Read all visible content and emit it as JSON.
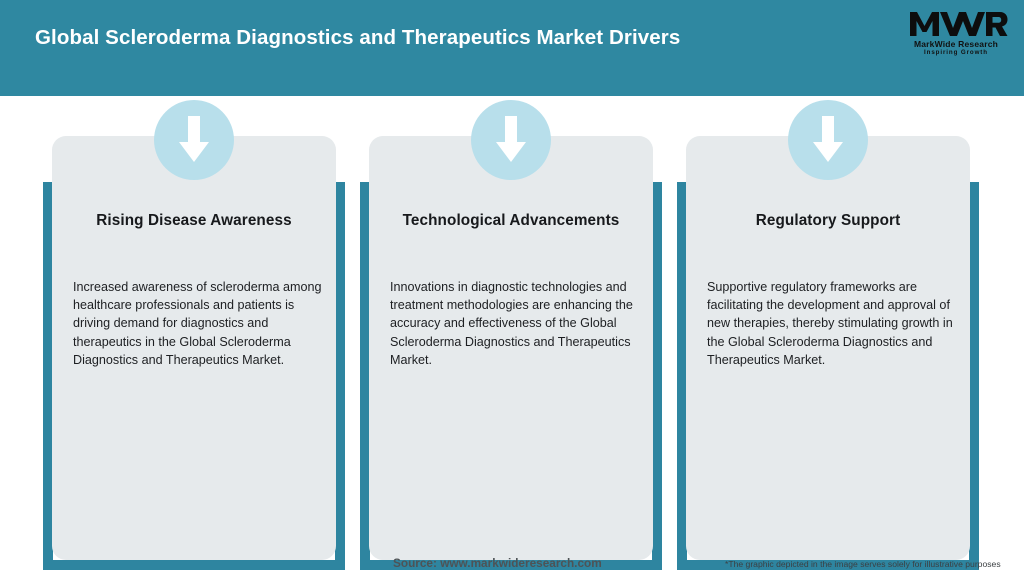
{
  "header": {
    "title": "Global Scleroderma Diagnostics and Therapeutics Market Drivers",
    "background_color": "#2f88a1",
    "title_color": "#ffffff"
  },
  "logo": {
    "mark": "MWR",
    "name": "MarkWide Research",
    "tagline": "Inspiring Growth"
  },
  "theme": {
    "accent_teal": "#2e85a0",
    "icon_circle": "#b8dfeb",
    "card_background": "#e6eaec",
    "page_background": "#ffffff"
  },
  "cards": [
    {
      "icon": "down-arrow-icon",
      "title": "Rising Disease Awareness",
      "body": "Increased awareness of scleroderma among healthcare professionals and patients is driving demand for diagnostics and therapeutics in the Global Scleroderma Diagnostics and Therapeutics Market."
    },
    {
      "icon": "down-arrow-icon",
      "title": "Technological Advancements",
      "body": "Innovations in diagnostic technologies and treatment methodologies are enhancing the accuracy and effectiveness of the Global Scleroderma Diagnostics and Therapeutics Market."
    },
    {
      "icon": "down-arrow-icon",
      "title": "Regulatory Support",
      "body": "Supportive regulatory frameworks are facilitating the development and approval of new therapies, thereby stimulating growth in the Global Scleroderma Diagnostics and Therapeutics Market."
    }
  ],
  "footer": {
    "source": "Source: www.markwideresearch.com",
    "disclaimer": "*The graphic depicted in the image serves solely for illustrative purposes"
  }
}
